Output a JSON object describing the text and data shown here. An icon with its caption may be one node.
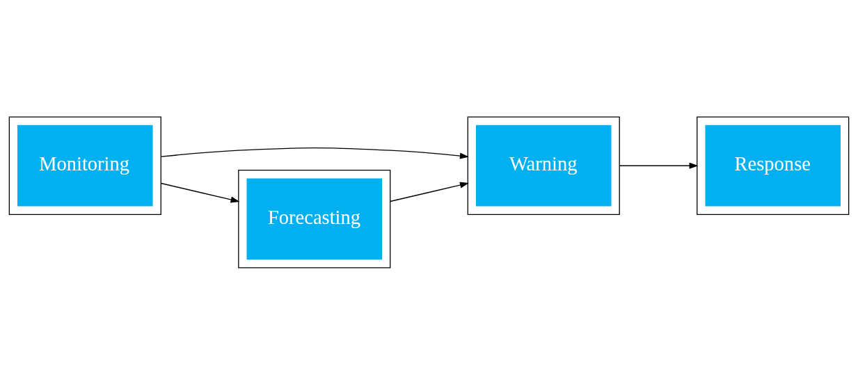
{
  "diagram": {
    "nodes": [
      {
        "text": [
          "Monitoring"
        ]
      },
      {
        "text": [
          "Warning"
        ]
      },
      {
        "text": [
          "Response"
        ]
      },
      {
        "text": [
          "Forecasting"
        ]
      }
    ],
    "edges": [
      {
        "from": 0,
        "to": 1,
        "arrow": "to"
      },
      {
        "from": 1,
        "to": 2,
        "arrow": "to"
      },
      {
        "from": 0,
        "to": 3,
        "arrow": "to"
      },
      {
        "from": 3,
        "to": 1,
        "arrow": "to"
      }
    ]
  }
}
